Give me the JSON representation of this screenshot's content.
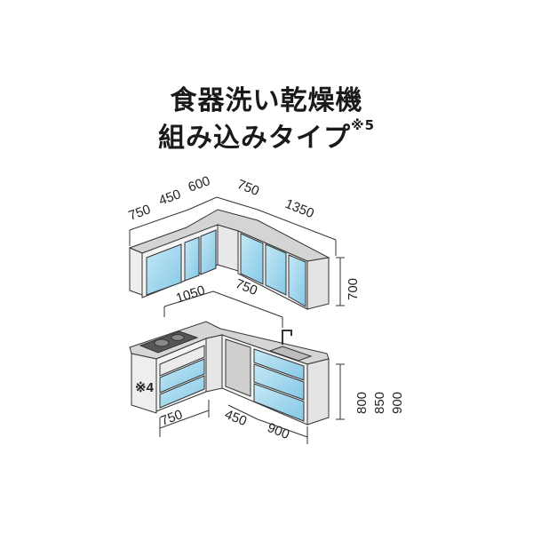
{
  "title": {
    "line1": "食器洗い乾燥機",
    "line2": "組み込みタイプ",
    "note_mark": "※5"
  },
  "upper_cabinet_dims": {
    "left_depth": "750",
    "width_450": "450",
    "width_600": "600",
    "corner_750": "750",
    "right_1350": "1350",
    "height_700": "700"
  },
  "lower_cabinet_dims": {
    "top_1050": "1050",
    "top_750": "750",
    "bottom_750": "750",
    "bottom_450": "450",
    "bottom_900": "900",
    "height_800": "800",
    "height_850": "850",
    "height_900": "900",
    "side_note": "※4"
  },
  "colors": {
    "door_blue": "#a9dcf0",
    "door_blue_dark": "#7fc3e2",
    "cabinet_body": "#f0f0f0",
    "counter_gray": "#d2d2d2",
    "line": "#333333"
  }
}
